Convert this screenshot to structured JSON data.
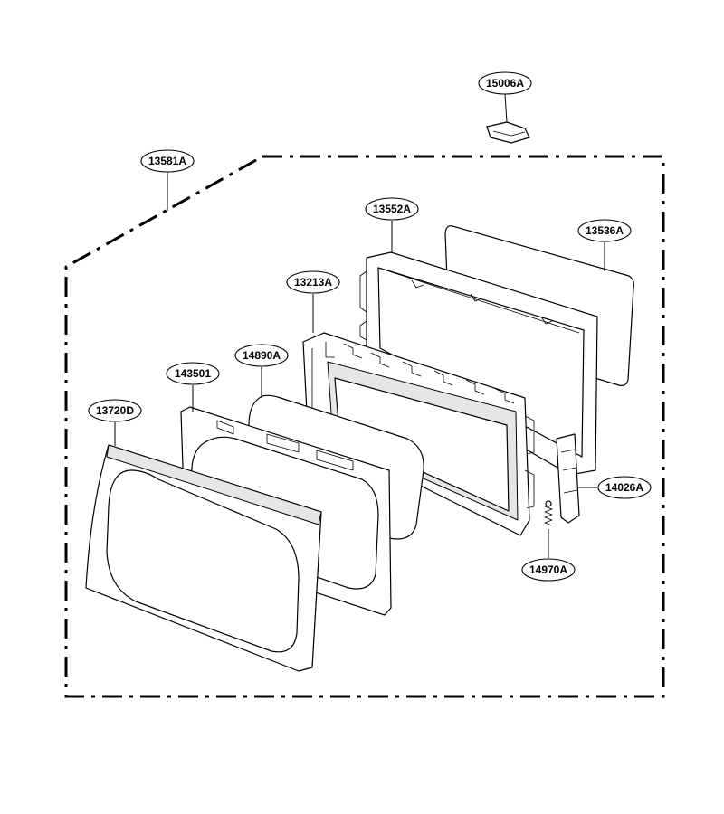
{
  "labels": {
    "cap": "15006A",
    "door_assembly": "13581A",
    "frame": "13552A",
    "glass": "13536A",
    "door_plate": "13213A",
    "screen": "14890A",
    "choke": "143501",
    "cover": "13720D",
    "latch": "14026A",
    "spring": "14970A"
  }
}
